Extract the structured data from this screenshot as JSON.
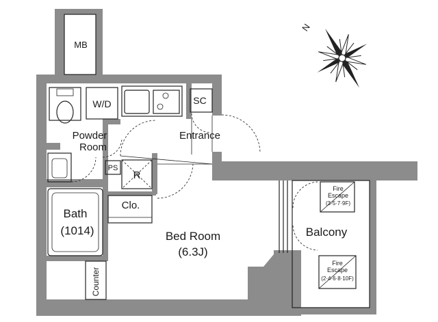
{
  "compass": {
    "north_label": "N"
  },
  "rooms": {
    "mb": "MB",
    "wd": "W/D",
    "sc": "SC",
    "powder_line1": "Powder",
    "powder_line2": "Room",
    "entrance": "Entrance",
    "ps": "PS",
    "r": "R",
    "clo": "Clo.",
    "bath": "Bath",
    "bath_size": "(1014)",
    "bedroom": "Bed Room",
    "bedroom_size": "(6.3J)",
    "balcony": "Balcony",
    "counter": "Counter"
  },
  "fire_escapes": [
    {
      "line1": "Fire",
      "line2": "Escape",
      "floors": "(3·5·7·9F)"
    },
    {
      "line1": "Fire",
      "line2": "Escape",
      "floors": "(2·4·6·8·10F)"
    }
  ]
}
